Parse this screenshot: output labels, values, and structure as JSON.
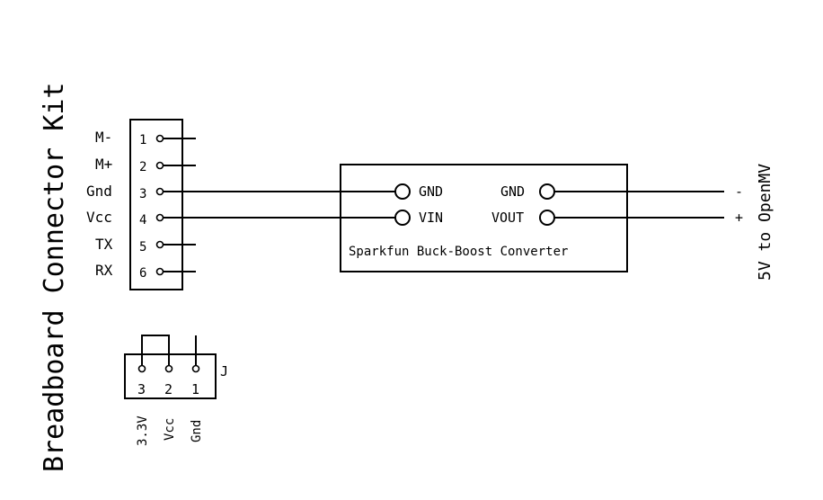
{
  "title": "Breadboard Connector Kit",
  "connector": {
    "pins": [
      {
        "number": "1",
        "label": "M-"
      },
      {
        "number": "2",
        "label": "M+"
      },
      {
        "number": "3",
        "label": "Gnd"
      },
      {
        "number": "4",
        "label": "Vcc"
      },
      {
        "number": "5",
        "label": "TX"
      },
      {
        "number": "6",
        "label": "RX"
      }
    ]
  },
  "converter": {
    "name": "Sparkfun Buck-Boost Converter",
    "in_gnd": "GND",
    "in_vin": "VIN",
    "out_gnd": "GND",
    "out_vout": "VOUT"
  },
  "output": {
    "label": "5V to OpenMV",
    "minus": "-",
    "plus": "+"
  },
  "jumper": {
    "ref": "J",
    "pins": [
      "3",
      "2",
      "1"
    ],
    "labels": [
      "3.3V",
      "Vcc",
      "Gnd"
    ]
  }
}
